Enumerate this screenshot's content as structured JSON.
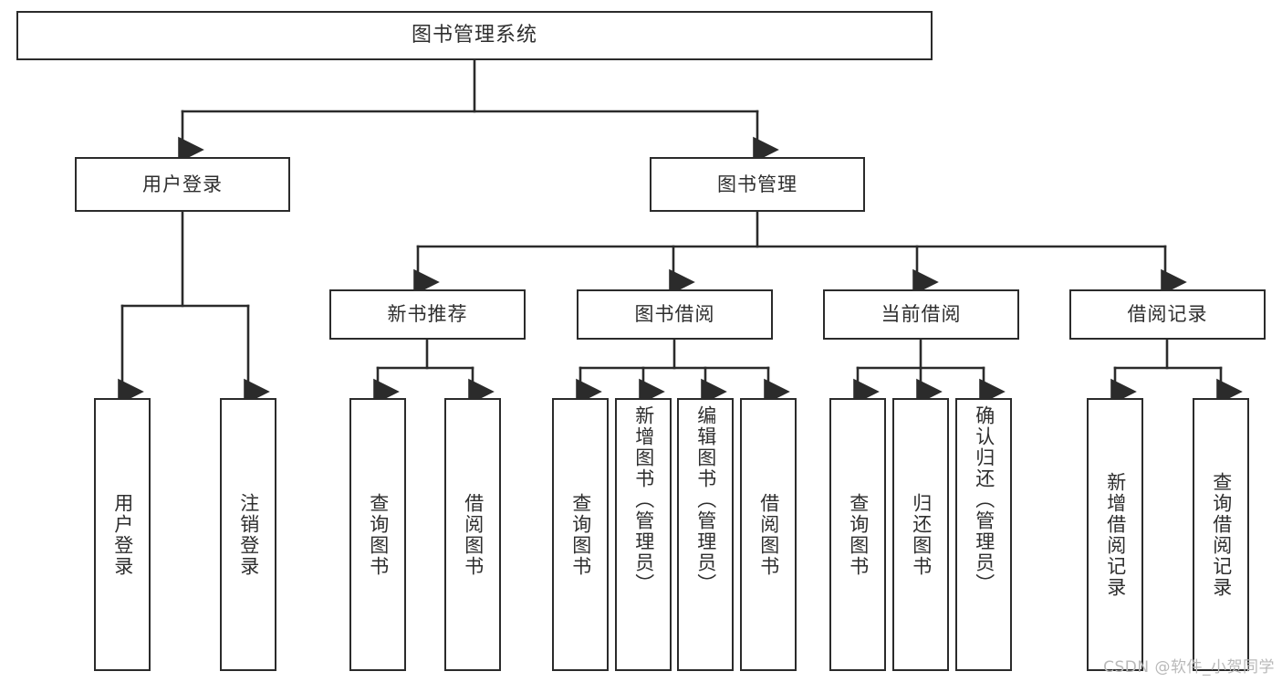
{
  "diagram": {
    "type": "tree",
    "title": "图书管理系统",
    "colors": {
      "background": "#ffffff",
      "box_border": "#2b2b2b",
      "box_fill": "#ffffff",
      "text": "#2e2e2e",
      "edge": "#2b2b2b",
      "watermark": "#b9b9b9"
    },
    "nodes": {
      "root": {
        "label": "图书管理系统",
        "level": 1
      },
      "user_login": {
        "label": "用户登录",
        "level": 2
      },
      "book_manage": {
        "label": "图书管理",
        "level": 2
      },
      "new_book_rec": {
        "label": "新书推荐",
        "level": 3
      },
      "book_borrow": {
        "label": "图书借阅",
        "level": 3
      },
      "current_borrow": {
        "label": "当前借阅",
        "level": 3
      },
      "borrow_record": {
        "label": "借阅记录",
        "level": 3
      },
      "leaf_user_login": {
        "label": "用户登录",
        "level": 3
      },
      "leaf_logout": {
        "label": "注销登录",
        "level": 3
      },
      "leaf_query_book_1": {
        "label": "查询图书",
        "level": 4
      },
      "leaf_borrow_book_1": {
        "label": "借阅图书",
        "level": 4
      },
      "leaf_query_book_2": {
        "label": "查询图书",
        "level": 4
      },
      "leaf_add_book": {
        "label": "新增图书（管理员）",
        "level": 4
      },
      "leaf_edit_book": {
        "label": "编辑图书（管理员）",
        "level": 4
      },
      "leaf_borrow_book_2": {
        "label": "借阅图书",
        "level": 4
      },
      "leaf_query_book_3": {
        "label": "查询图书",
        "level": 4
      },
      "leaf_return_book": {
        "label": "归还图书",
        "level": 4
      },
      "leaf_confirm_return": {
        "label": "确认归还（管理员）",
        "level": 4
      },
      "leaf_add_record": {
        "label": "新增借阅记录",
        "level": 4
      },
      "leaf_query_record": {
        "label": "查询借阅记录",
        "level": 4
      }
    },
    "edges": [
      {
        "from": "root",
        "to": "user_login"
      },
      {
        "from": "root",
        "to": "book_manage"
      },
      {
        "from": "user_login",
        "to": "leaf_user_login"
      },
      {
        "from": "user_login",
        "to": "leaf_logout"
      },
      {
        "from": "book_manage",
        "to": "new_book_rec"
      },
      {
        "from": "book_manage",
        "to": "book_borrow"
      },
      {
        "from": "book_manage",
        "to": "current_borrow"
      },
      {
        "from": "book_manage",
        "to": "borrow_record"
      },
      {
        "from": "new_book_rec",
        "to": "leaf_query_book_1"
      },
      {
        "from": "new_book_rec",
        "to": "leaf_borrow_book_1"
      },
      {
        "from": "book_borrow",
        "to": "leaf_query_book_2"
      },
      {
        "from": "book_borrow",
        "to": "leaf_add_book"
      },
      {
        "from": "book_borrow",
        "to": "leaf_edit_book"
      },
      {
        "from": "book_borrow",
        "to": "leaf_borrow_book_2"
      },
      {
        "from": "current_borrow",
        "to": "leaf_query_book_3"
      },
      {
        "from": "current_borrow",
        "to": "leaf_return_book"
      },
      {
        "from": "current_borrow",
        "to": "leaf_confirm_return"
      },
      {
        "from": "borrow_record",
        "to": "leaf_add_record"
      },
      {
        "from": "borrow_record",
        "to": "leaf_query_record"
      }
    ]
  },
  "watermark": {
    "text": "CSDN @软件_小贺同学"
  }
}
